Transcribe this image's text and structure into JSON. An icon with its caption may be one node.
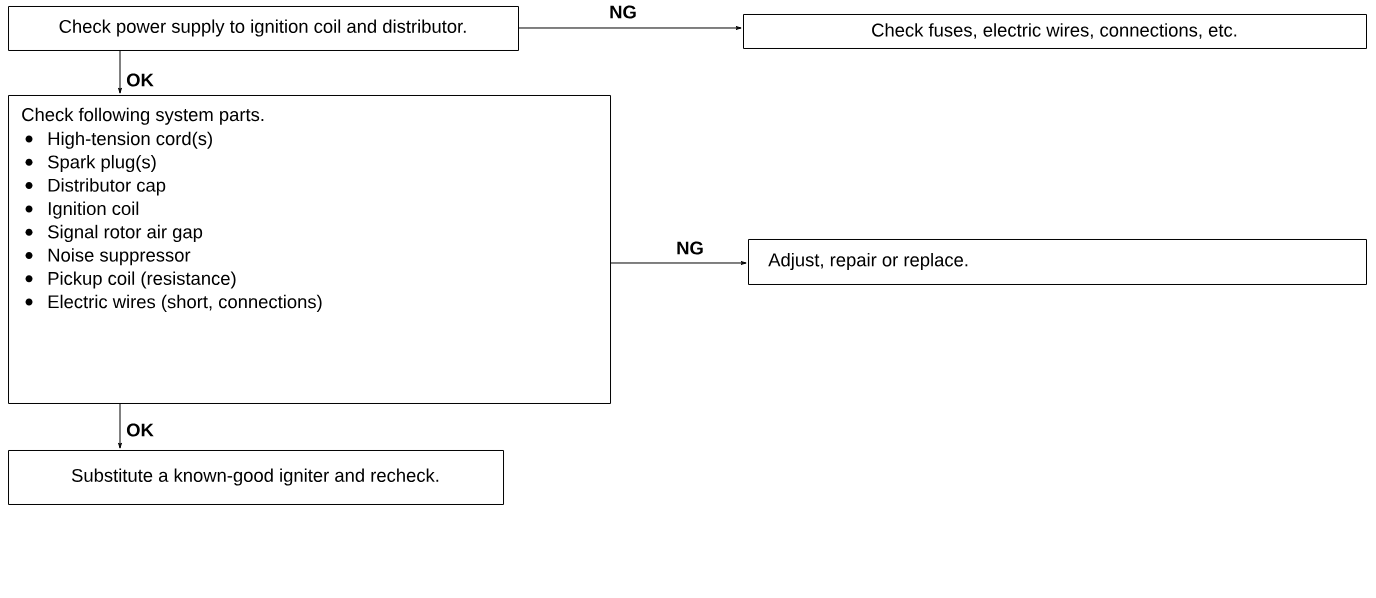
{
  "diagram": {
    "nodes": [
      {
        "text": [
          "Check power supply to ignition coil and distributor."
        ]
      },
      {
        "text": [
          "Check fuses, electric wires, connections, etc."
        ]
      },
      {
        "text": [
          "Check following system parts.",
          "High-tension cord(s)",
          "Spark plug(s)",
          "Distributor cap",
          "Ignition coil",
          "Signal rotor air gap",
          "Noise suppressor",
          "Pickup coil (resistance)",
          "Electric wires (short, connections)"
        ]
      },
      {
        "text": [
          "Adjust, repair or replace."
        ]
      },
      {
        "text": [
          "Substitute a known-good igniter and recheck."
        ]
      }
    ],
    "edges": [
      {
        "from": 0,
        "to": 1,
        "arrow": "to",
        "label": "NG"
      },
      {
        "from": 0,
        "to": 2,
        "arrow": "to",
        "label": "OK"
      },
      {
        "from": 2,
        "to": 3,
        "arrow": "to",
        "label": "NG"
      },
      {
        "from": 2,
        "to": 4,
        "arrow": "to",
        "label": "OK"
      }
    ]
  }
}
